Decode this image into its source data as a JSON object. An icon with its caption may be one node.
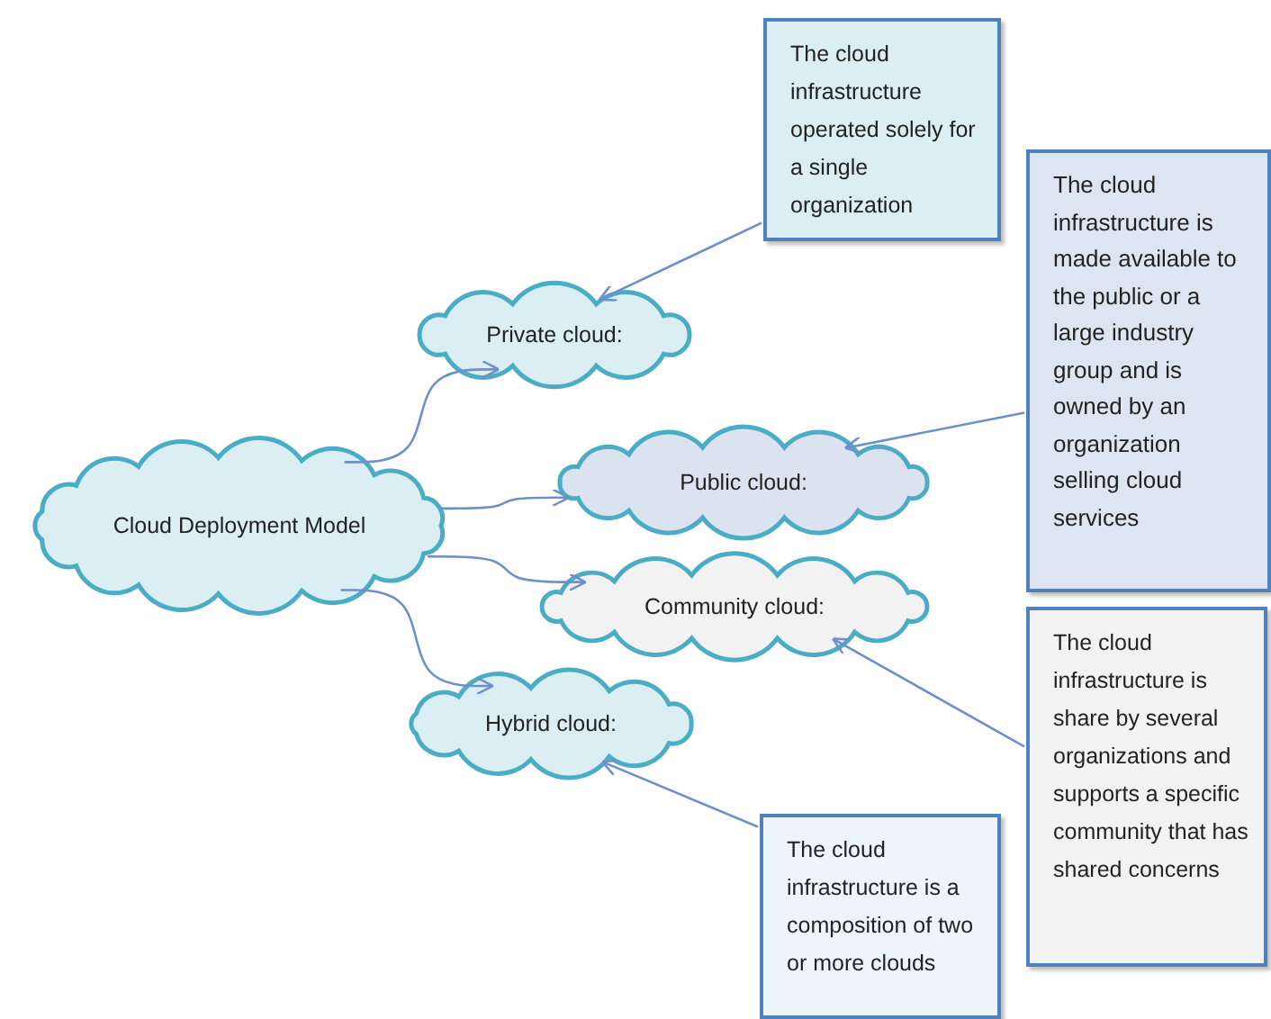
{
  "diagram": {
    "nodes": [
      {
        "text": [
          "Cloud Deployment Model"
        ]
      },
      {
        "text": [
          "Private cloud:"
        ]
      },
      {
        "text": [
          "Public cloud:"
        ]
      },
      {
        "text": [
          "Community cloud:"
        ]
      },
      {
        "text": [
          "Hybrid cloud:"
        ]
      },
      {
        "text": [
          "The cloud infrastructure operated solely for a single organization"
        ]
      },
      {
        "text": [
          "The cloud infrastructure is made available to the public or a large industry group and is owned by an organization selling cloud services"
        ]
      },
      {
        "text": [
          "The cloud infrastructure is share by several organizations and supports a specific community that has shared concerns"
        ]
      },
      {
        "text": [
          "The cloud infrastructure is a composition of two or more clouds"
        ]
      }
    ],
    "edges": [
      {
        "from": 0,
        "to": 1,
        "arrow": "to"
      },
      {
        "from": 0,
        "to": 2,
        "arrow": "to"
      },
      {
        "from": 0,
        "to": 3,
        "arrow": "to"
      },
      {
        "from": 0,
        "to": 4,
        "arrow": "to"
      },
      {
        "from": 5,
        "to": 1,
        "arrow": "to"
      },
      {
        "from": 6,
        "to": 2,
        "arrow": "to"
      },
      {
        "from": 7,
        "to": 3,
        "arrow": "to"
      },
      {
        "from": 8,
        "to": 4,
        "arrow": "to"
      }
    ]
  }
}
